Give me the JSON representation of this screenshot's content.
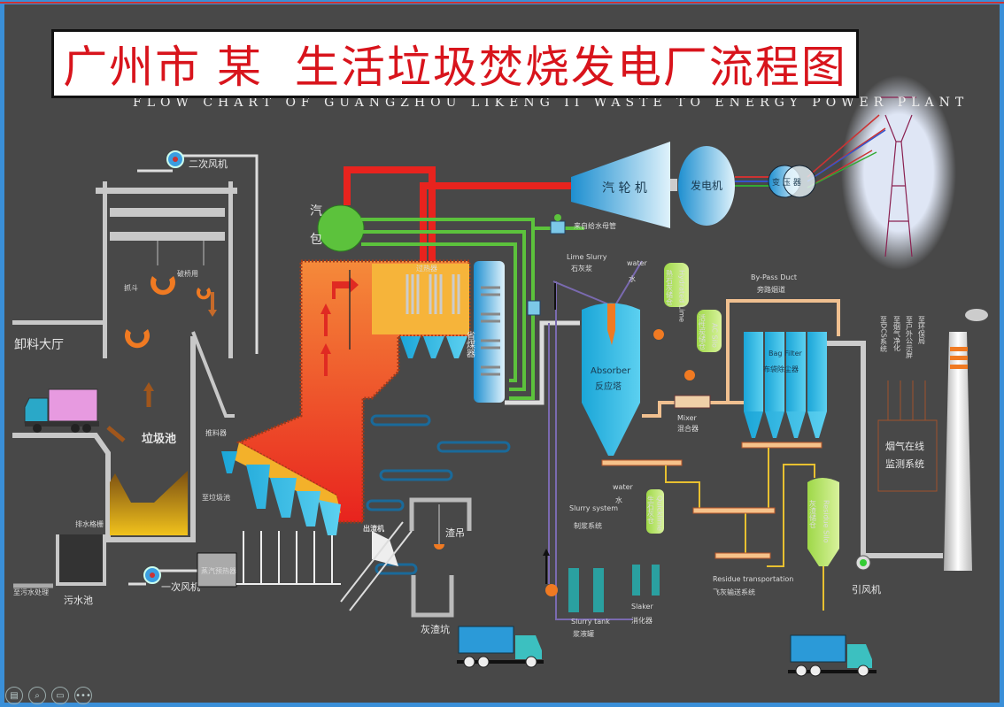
{
  "title": "广州市 某  生活垃圾焚烧发电厂流程图",
  "subtitle": "FLOW CHART OF GUANGZHOU LIKENG II WASTE TO ENERGY POWER PLANT",
  "colors": {
    "frame": "#3a8fd8",
    "background": "#484848",
    "title_text": "#d8141c",
    "steam": "#e8231e",
    "water": "#5cc23c",
    "flue_gas": "#f0a05a"
  },
  "labels": {
    "secondary_fan": "二次风机",
    "unloading_hall": "卸料大厅",
    "grab": "抓斗",
    "grab_repair": "破桥用",
    "waste_pit": "垃圾池",
    "drain_grate": "排水格栅",
    "sewage_pit": "污水池",
    "to_sewage": "至污水处理",
    "primary_fan": "一次风机",
    "steam_preheater": "蒸汽预热器",
    "pusher": "推料器",
    "to_waste_pit": "至垃圾池",
    "drum_1": "汽",
    "drum_2": "包",
    "superheater": "过热器",
    "economizer": "省煤器",
    "turbine": "汽 轮 机",
    "generator": "发电机",
    "transformer": "变 压 器",
    "feedwater": "来自给水母管",
    "slag_extractor": "出渣机",
    "slag_crane": "渣吊",
    "slag_pit": "灰渣坑",
    "lime_slurry_en": "Lime Slurry",
    "lime_slurry_cn": "石灰浆",
    "water_en": "water",
    "water_cn": "水",
    "absorber_en": "Absorber",
    "absorber_cn": "反应塔",
    "hydrated_lime_en": "Hydrated Lime",
    "hydrated_lime_cn": "熟石灰储仓",
    "ac_silo_en": "AC Silo",
    "ac_silo_cn": "活性炭储仓",
    "mixer_en": "Mixer",
    "mixer_cn": "混合器",
    "bypass_en": "By-Pass Duct",
    "bypass_cn": "旁路烟道",
    "bagfilter_en": "Bag Filter",
    "bagfilter_cn": "布袋除尘器",
    "quicklime_en": "Quicklime",
    "quicklime_cn": "生石灰仓",
    "water2_en": "water",
    "water2_cn": "水",
    "slurry_system_en": "Slurry system",
    "slurry_system_cn": "制浆系统",
    "slurry_tank_en": "Slurry tank",
    "slurry_tank_cn": "浆液罐",
    "slaker_en": "Slaker",
    "slaker_cn": "消化器",
    "residue_transport_en": "Residue transportation",
    "residue_transport_cn": "飞灰输送系统",
    "residue_silo_en": "Residue Silo",
    "residue_silo_cn": "灰渣储仓",
    "id_fan": "引风机",
    "cems_1": "烟气在线",
    "cems_2": "监测系统",
    "to_dcs": "至DCS系统",
    "to_gas_clean": "至烟气净化",
    "to_display": "至户外公示屏",
    "to_epb": "至环保局"
  },
  "toolbar": {
    "icons": [
      "pages-icon",
      "search-icon",
      "slides-icon",
      "more-icon"
    ],
    "more": "•••"
  }
}
